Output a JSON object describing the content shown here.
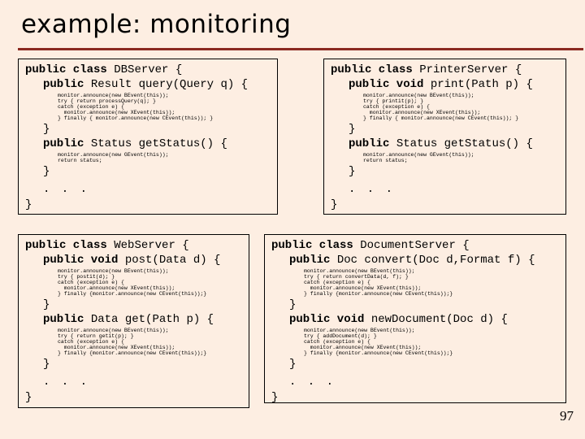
{
  "slide": {
    "title": "example: monitoring",
    "page_number": "97",
    "colors": {
      "background": "#fdeee2",
      "underline_red": "#8b2a21",
      "box_border": "#000000",
      "text": "#000000"
    }
  },
  "boxes": [
    {
      "name": "DBServer",
      "class_keyword": "public class",
      "class_rest": "DBServer {",
      "methods": [
        {
          "keyword": "public",
          "rest": "Result query(Query q) {",
          "body_lines": [
            "monitor.announce(new BEvent(this));",
            "try { return processQuery(q); }",
            "catch (exception e) {",
            "  monitor.announce(new XEvent(this));",
            "} finally { monitor.announce(new CEvent(this)); }"
          ],
          "close": "}"
        },
        {
          "keyword": "public",
          "rest": "Status getStatus() {",
          "body_lines": [
            "monitor.announce(new GEvent(this));",
            "return status;"
          ],
          "close": "}"
        }
      ],
      "ellipsis": ". . .",
      "close": "}"
    },
    {
      "name": "PrinterServer",
      "class_keyword": "public class",
      "class_rest": "PrinterServer {",
      "methods": [
        {
          "keyword": "public void",
          "rest": "print(Path p) {",
          "body_lines": [
            "monitor.announce(new BEvent(this));",
            "try { printit(p); }",
            "catch (exception e) {",
            "  monitor.announce(new XEvent(this));",
            "} finally { monitor.announce(new CEvent(this)); }"
          ],
          "close": "}"
        },
        {
          "keyword": "public",
          "rest": "Status getStatus() {",
          "body_lines": [
            "monitor.announce(new GEvent(this));",
            "return status;"
          ],
          "close": "}"
        }
      ],
      "ellipsis": ". . .",
      "close": "}"
    },
    {
      "name": "WebServer",
      "class_keyword": "public class",
      "class_rest": "WebServer {",
      "methods": [
        {
          "keyword": "public void",
          "rest": "post(Data d) {",
          "body_lines": [
            "monitor.announce(new BEvent(this));",
            "try { postit(d); }",
            "catch (exception e) {",
            "  monitor.announce(new XEvent(this));",
            "} finally {monitor.announce(new CEvent(this));}"
          ],
          "close": "}"
        },
        {
          "keyword": "public",
          "rest": "Data get(Path p) {",
          "body_lines": [
            "monitor.announce(new BEvent(this));",
            "try { return getit(p); }",
            "catch (exception e) {",
            "  monitor.announce(new XEvent(this));",
            "} finally {monitor.announce(new CEvent(this));}"
          ],
          "close": "}"
        }
      ],
      "ellipsis": ". . .",
      "close": "}"
    },
    {
      "name": "DocumentServer",
      "class_keyword": "public class",
      "class_rest": "DocumentServer {",
      "methods": [
        {
          "keyword": "public",
          "rest": "Doc convert(Doc d,Format f) {",
          "body_lines": [
            "monitor.announce(new BEvent(this));",
            "try { return convertData(d, f); }",
            "catch (exception e) {",
            "  monitor.announce(new XEvent(this));",
            "} finally {monitor.announce(new CEvent(this));}"
          ],
          "close": "}"
        },
        {
          "keyword": "public void",
          "rest": "newDocument(Doc d) {",
          "body_lines": [
            "monitor.announce(new BEvent(this));",
            "try { addDocument(d); }",
            "catch (exception e) {",
            "  monitor.announce(new XEvent(this));",
            "} finally {monitor.announce(new CEvent(this));}"
          ],
          "close": "}"
        }
      ],
      "ellipsis": ". . .",
      "close": "}"
    }
  ]
}
